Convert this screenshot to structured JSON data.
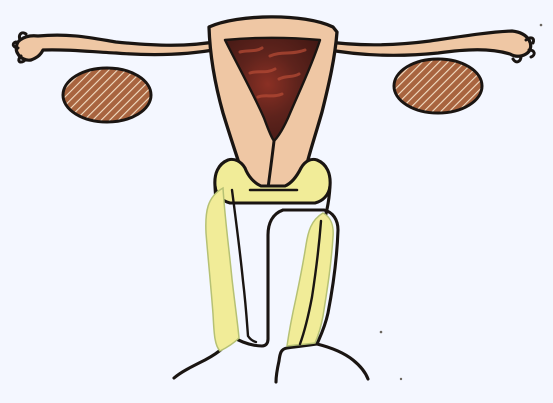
{
  "diagram": {
    "labels": [],
    "colors": {
      "background": "#f4f7ff",
      "outline": "#1a1512",
      "uterus_fill": "#efc7a4",
      "uterine_cavity": "#5a221c",
      "cavity_highlight": "#b34a34",
      "ovary_fill": "#a8643f",
      "ovary_hatch": "#f2ddc3",
      "cervix_vagina_fill": "#f1ec98",
      "cervix_vagina_edge": "#b6c174"
    },
    "parts": [
      "left-fallopian-tube",
      "right-fallopian-tube",
      "uterus",
      "uterine-cavity",
      "left-ovary",
      "right-ovary",
      "cervix",
      "vagina"
    ]
  }
}
